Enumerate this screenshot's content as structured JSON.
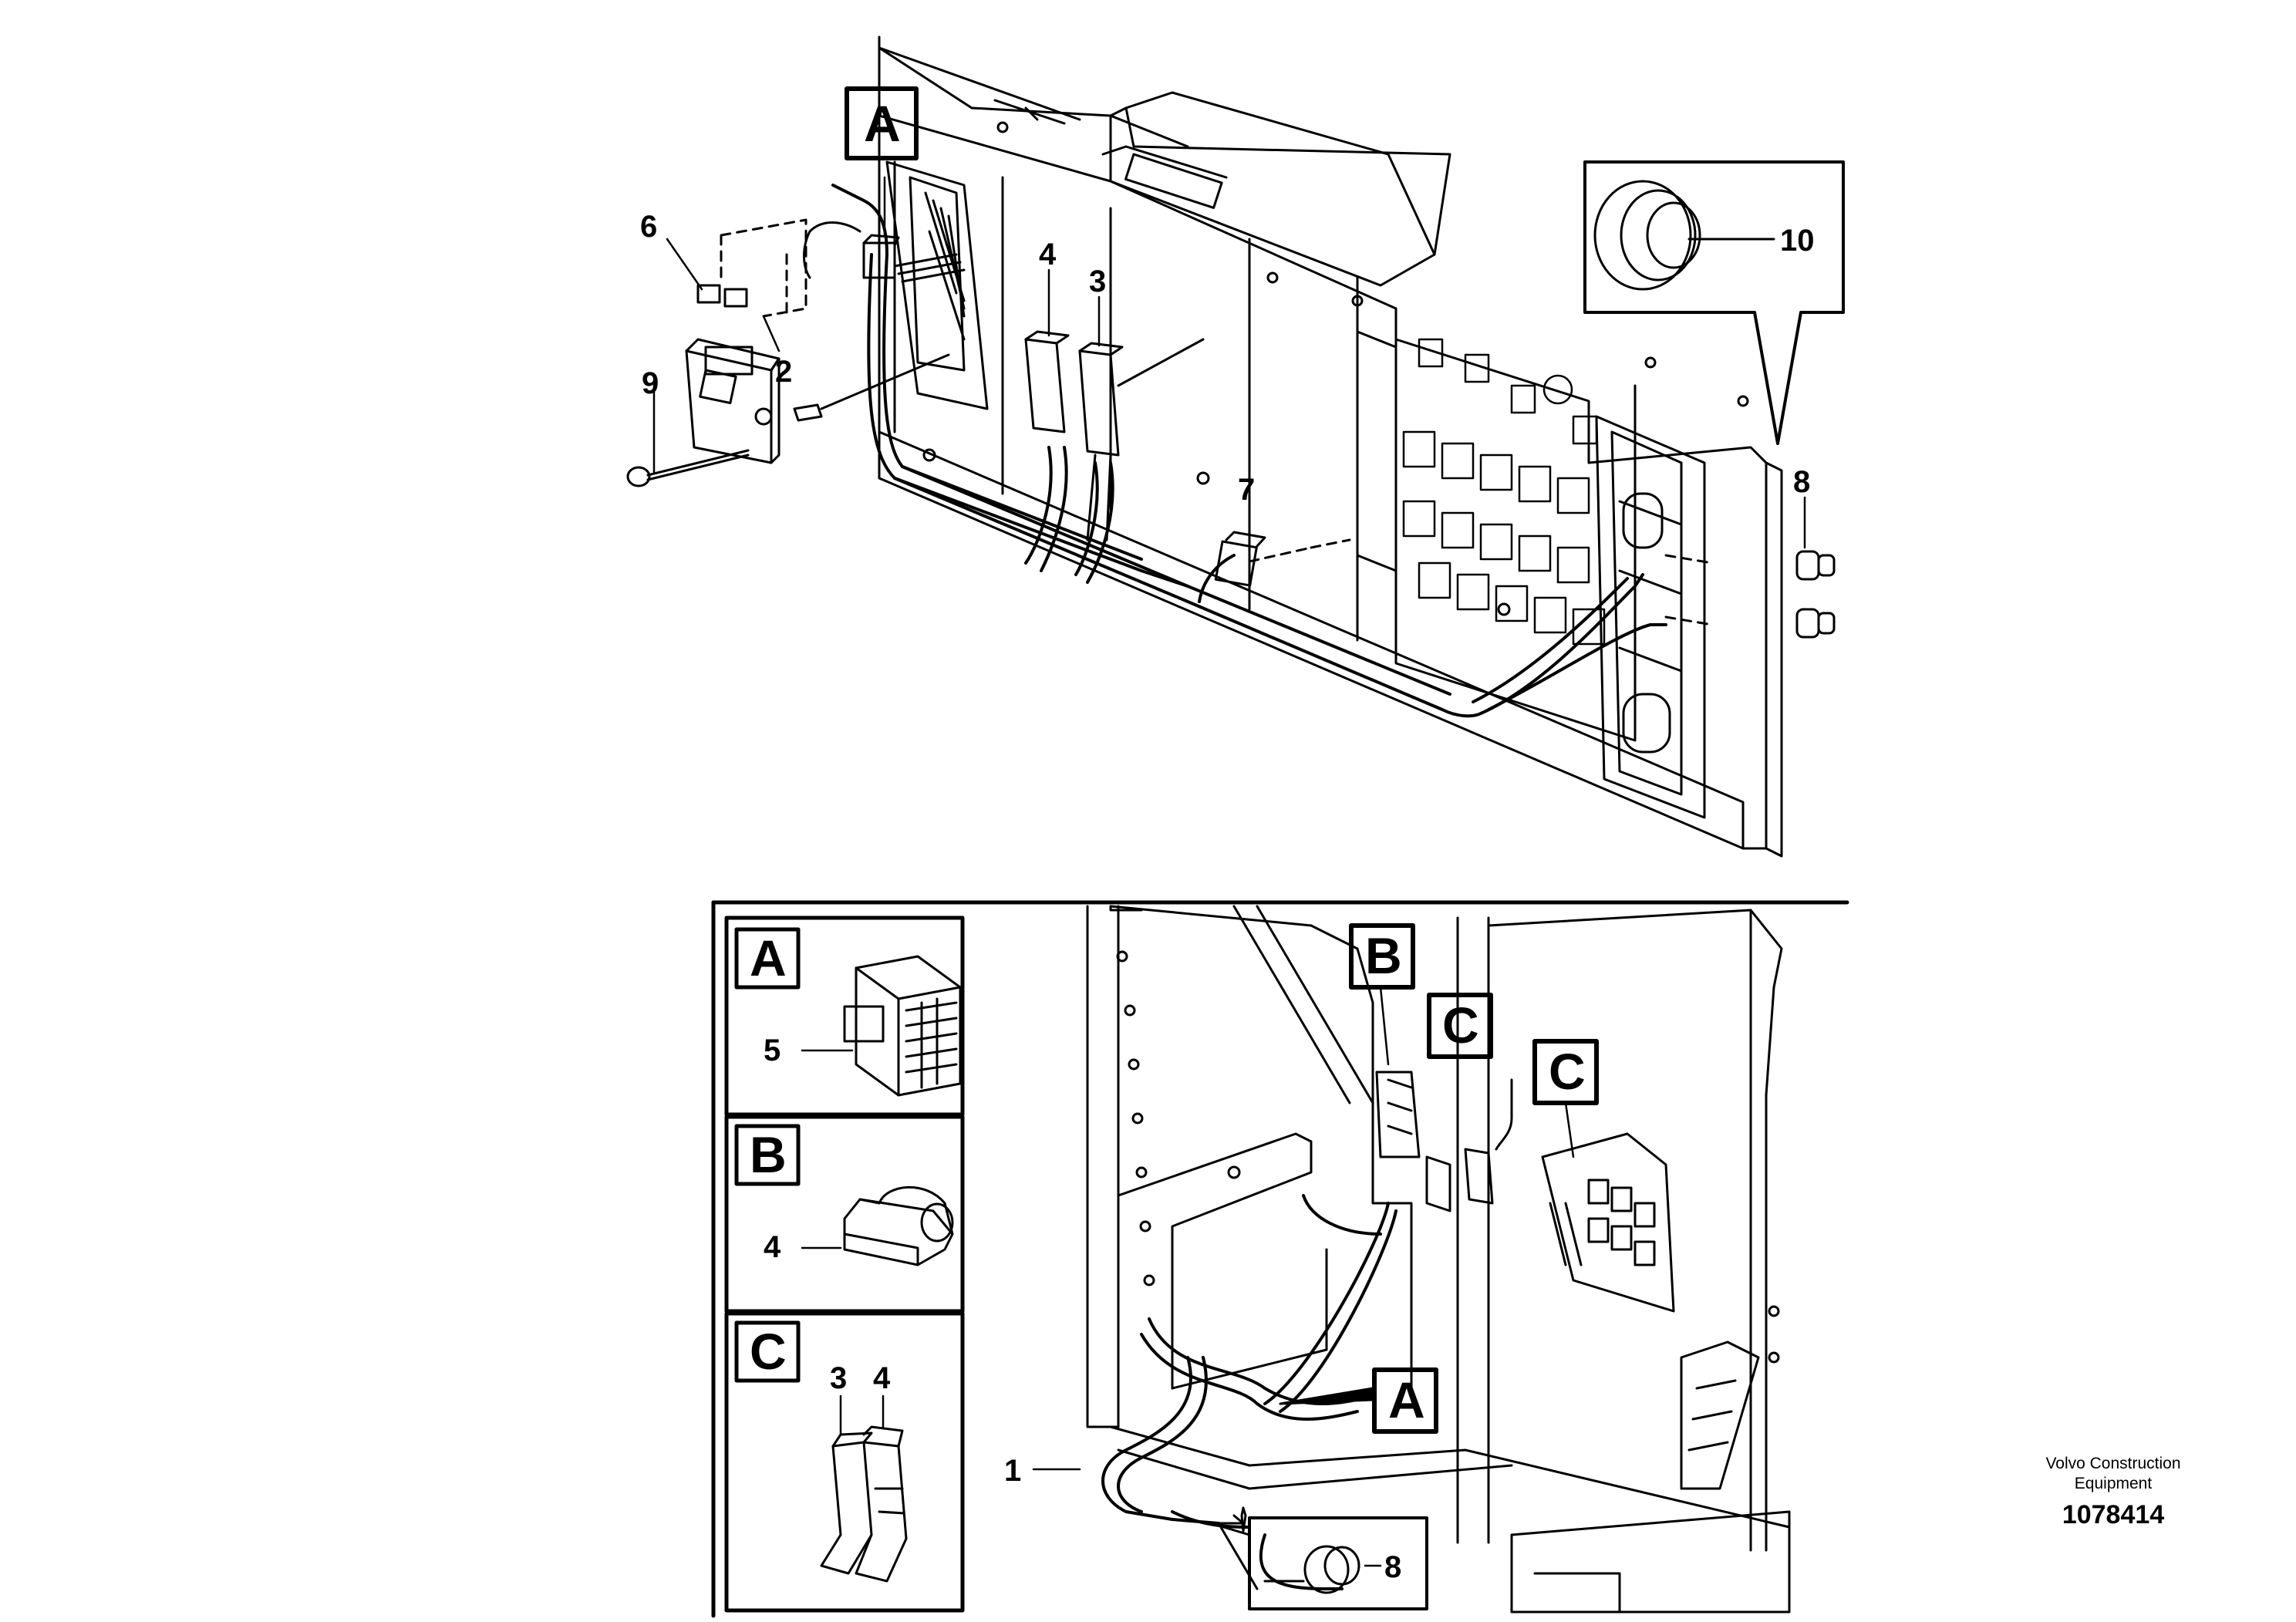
{
  "callouts": {
    "n1": "1",
    "n2": "2",
    "n3": "3",
    "n4": "4",
    "n5": "5",
    "n6": "6",
    "n7": "7",
    "n8": "8",
    "n9": "9",
    "n10": "10"
  },
  "detail_letters": {
    "a": "A",
    "b": "B",
    "c": "C"
  },
  "credit": {
    "company_line1": "Volvo Construction",
    "company_line2": "Equipment",
    "drawing_number": "1078414"
  }
}
